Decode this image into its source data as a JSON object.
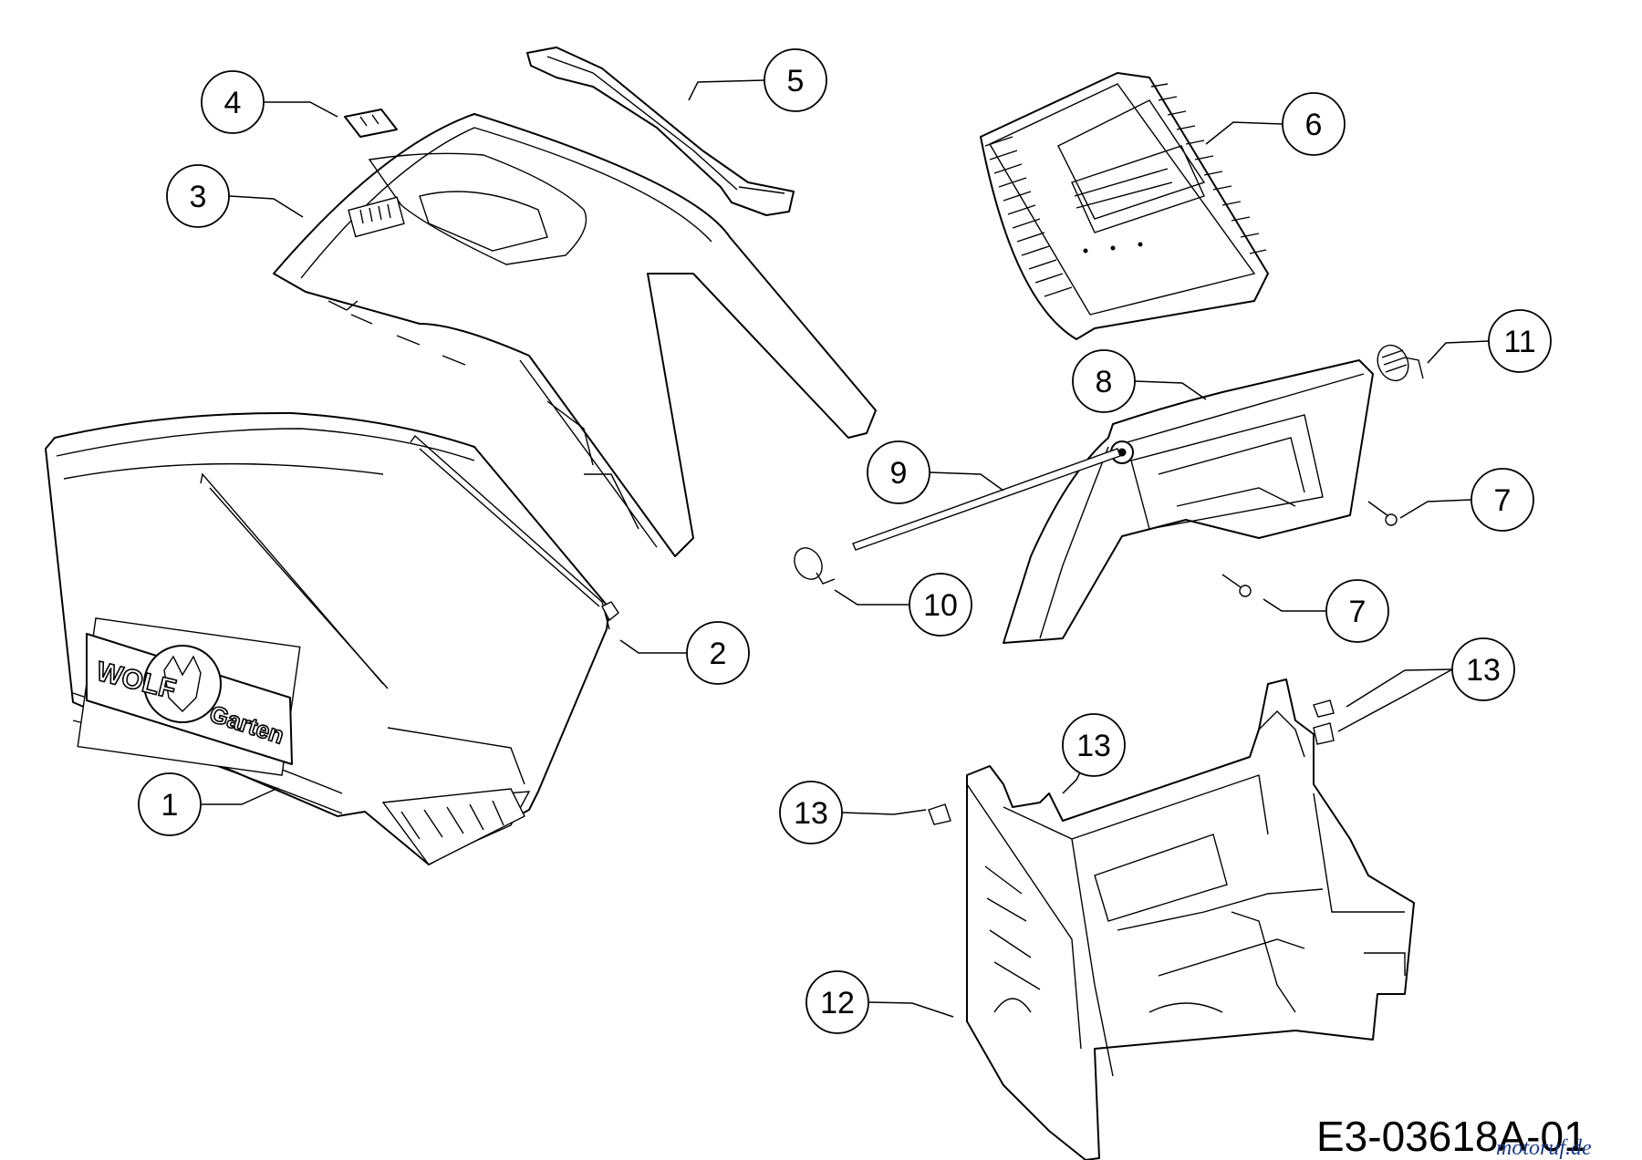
{
  "callouts": [
    {
      "id": "c1",
      "label": "1"
    },
    {
      "id": "c2",
      "label": "2"
    },
    {
      "id": "c3",
      "label": "3"
    },
    {
      "id": "c4",
      "label": "4"
    },
    {
      "id": "c5",
      "label": "5"
    },
    {
      "id": "c6",
      "label": "6"
    },
    {
      "id": "c7a",
      "label": "7"
    },
    {
      "id": "c7b",
      "label": "7"
    },
    {
      "id": "c8",
      "label": "8"
    },
    {
      "id": "c9",
      "label": "9"
    },
    {
      "id": "c10",
      "label": "10"
    },
    {
      "id": "c11",
      "label": "11"
    },
    {
      "id": "c12",
      "label": "12"
    },
    {
      "id": "c13a",
      "label": "13"
    },
    {
      "id": "c13b",
      "label": "13"
    },
    {
      "id": "c13c",
      "label": "13"
    }
  ],
  "logo": {
    "word1": "WOLF",
    "word2": "Garten"
  },
  "drawing_code": "E3-03618A-01",
  "watermark": "motoruf.de"
}
